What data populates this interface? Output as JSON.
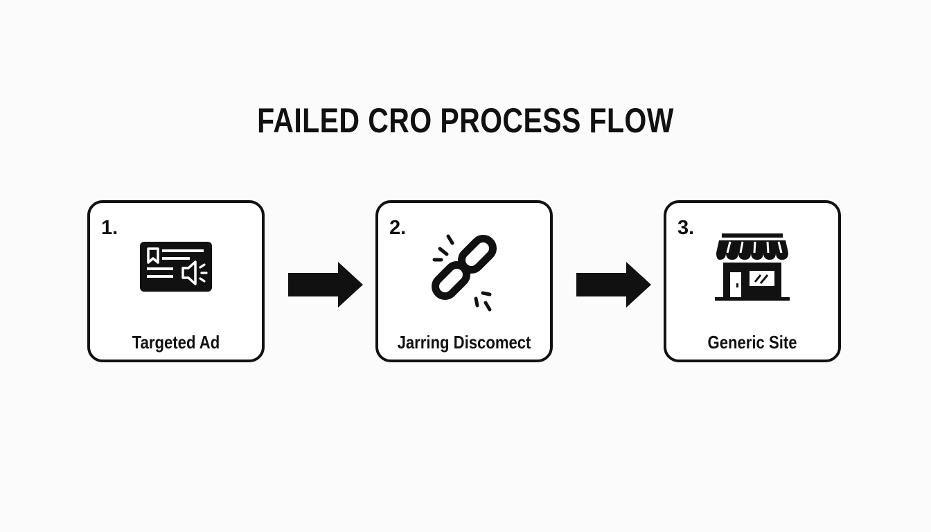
{
  "diagram": {
    "title": "FAILED CRO PROCESS FLOW",
    "steps": [
      {
        "number": "1.",
        "label": "Targeted Ad",
        "icon": "ad-card-megaphone-icon"
      },
      {
        "number": "2.",
        "label": "Jarring Discomect",
        "icon": "broken-link-icon"
      },
      {
        "number": "3.",
        "label": "Generic Site",
        "icon": "storefront-icon"
      }
    ],
    "connectors": [
      "arrow-right-icon",
      "arrow-right-icon"
    ],
    "colors": {
      "background": "#fbfbfb",
      "stroke": "#111111",
      "box_fill": "#ffffff"
    }
  }
}
